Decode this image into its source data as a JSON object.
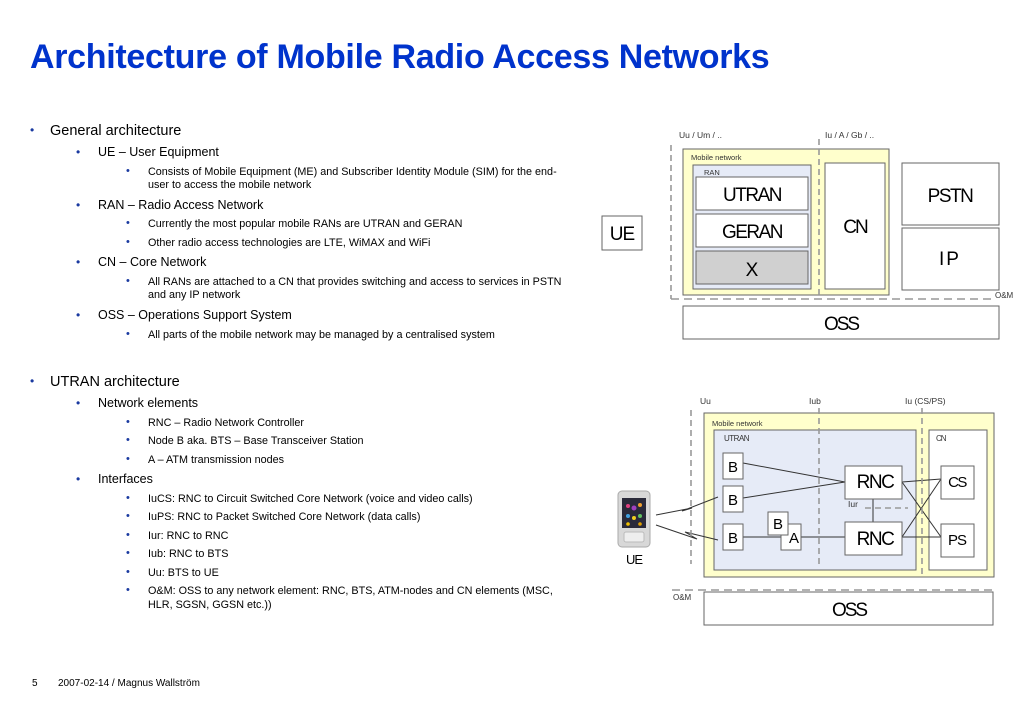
{
  "slide": {
    "title": "Architecture of Mobile Radio Access Networks",
    "page_number": "5",
    "footer_text": "2007-02-14 / Magnus Wallström"
  },
  "sections": [
    {
      "label": "General architecture",
      "items": [
        {
          "label": "UE – User Equipment",
          "sub": [
            "Consists of Mobile Equipment (ME) and Subscriber Identity Module (SIM) for the end-user to access the mobile network"
          ]
        },
        {
          "label": "RAN – Radio Access Network",
          "sub": [
            "Currently the most popular mobile RANs are UTRAN and GERAN",
            "Other radio access technologies are LTE, WiMAX and WiFi"
          ]
        },
        {
          "label": "CN – Core Network",
          "sub": [
            "All RANs are attached to a CN that provides switching and access to services in PSTN and any IP network"
          ]
        },
        {
          "label": "OSS – Operations Support System",
          "sub": [
            "All parts of the mobile network may be managed by a centralised system"
          ]
        }
      ]
    },
    {
      "label": "UTRAN architecture",
      "items": [
        {
          "label": "Network elements",
          "sub": [
            "RNC – Radio Network Controller",
            "Node B aka. BTS – Base Transceiver Station",
            "A – ATM transmission nodes"
          ]
        },
        {
          "label": "Interfaces",
          "sub": [
            "IuCS: RNC to Circuit Switched Core Network (voice and video calls)",
            "IuPS: RNC to Packet Switched Core Network (data calls)",
            "Iur: RNC to RNC",
            "Iub: RNC to BTS",
            "Uu: BTS to UE",
            "O&M: OSS to any network element: RNC, BTS, ATM-nodes and CN elements (MSC, HLR, SGSN, GGSN etc.))"
          ]
        }
      ]
    }
  ],
  "diagram1": {
    "interface_left": "Uu / Um / ..",
    "interface_right": "Iu / A / Gb / ..",
    "mobile_network": "Mobile network",
    "ran": "RAN",
    "utran": "UTRAN",
    "geran": "GERAN",
    "x": "X",
    "cn": "CN",
    "pstn": "PSTN",
    "ip": "IP",
    "ue": "UE",
    "om": "O&M",
    "oss": "OSS"
  },
  "diagram2": {
    "uu": "Uu",
    "iub": "Iub",
    "iu": "Iu (CS/PS)",
    "mobile_network": "Mobile network",
    "utran": "UTRAN",
    "cn": "CN",
    "node_b": "B",
    "atm": "A",
    "rnc": "RNC",
    "iur": "Iur",
    "cs": "CS",
    "ps": "PS",
    "ue": "UE",
    "om": "O&M",
    "oss": "OSS"
  },
  "colors": {
    "title": "#0033cc",
    "bullet": "#1a3aa0",
    "mobile_network_fill": "#ffffcc",
    "ran_fill": "#e6ebf7",
    "x_fill": "#d0d0d0",
    "dash": "#999999"
  }
}
